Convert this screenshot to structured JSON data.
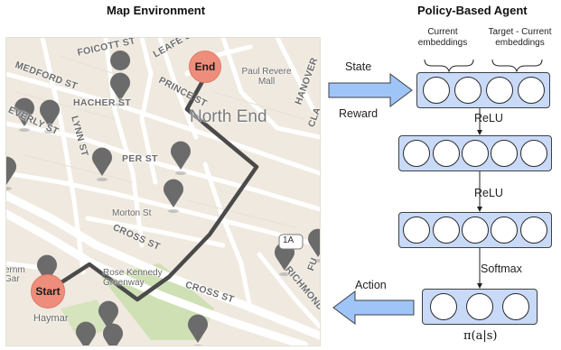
{
  "titles": {
    "map": "Map Environment",
    "agent": "Policy-Based Agent"
  },
  "map": {
    "neighborhood": "North End",
    "start_label": "Start",
    "end_label": "End",
    "streets": [
      "MEDFORD ST",
      "FOICOTT ST",
      "LEAFE ST",
      "PRINCE ST",
      "HANOVER",
      "EVERLY ST",
      "LYNN ST",
      "HACHER ST",
      "PER ST",
      "CROSS ST",
      "CROSS ST",
      "Morton St",
      "RICHMOND",
      "FU",
      "CLA"
    ],
    "places": [
      "Paul Revere Mall",
      "Rose Kennedy Greenway",
      "Haymar",
      "ernm Gar"
    ],
    "route_badge": "1A",
    "colors": {
      "route": "#4a4a4a",
      "endpoint": "#ee8d7c",
      "pin": "#6b6b6b",
      "park": "#cfe0b4",
      "road": "#ffffff"
    }
  },
  "agent": {
    "state_label": "State",
    "reward_label": "Reward",
    "action_label": "Action",
    "embed_current": "Current embeddings",
    "embed_target": "Target - Current embeddings",
    "act_1": "ReLU",
    "act_2": "ReLU",
    "act_3": "Softmax",
    "policy": "π(a|s)",
    "layers": {
      "input": 4,
      "hidden1": 5,
      "hidden2": 5,
      "output": 3
    },
    "colors": {
      "layer_fill": "#c9daf8",
      "arrow_fill": "#9fc5f8"
    }
  }
}
